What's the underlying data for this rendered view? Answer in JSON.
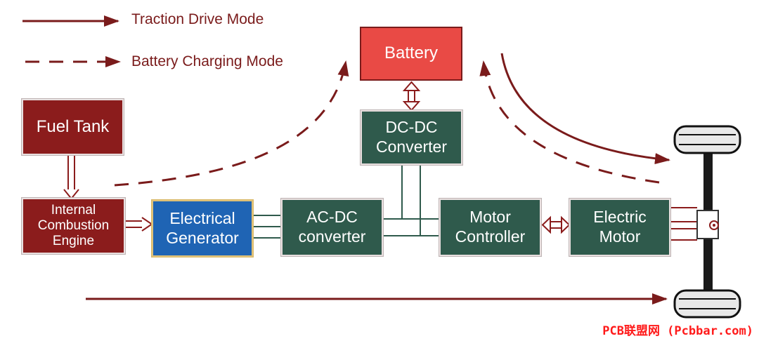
{
  "legend": {
    "solid_label": "Traction Drive Mode",
    "dashed_label": "Battery Charging Mode"
  },
  "blocks": {
    "battery": "Battery",
    "dcdc": "DC-DC\nConverter",
    "fuel_tank": "Fuel Tank",
    "engine": "Internal\nCombustion\nEngine",
    "generator": "Electrical\nGenerator",
    "acdc": "AC-DC\nconverter",
    "motor_controller": "Motor\nController",
    "electric_motor": "Electric\nMotor"
  },
  "watermark": "PCB联盟网 (Pcbbar.com)",
  "colors": {
    "maroon": "#8b1c1c",
    "dark_green": "#2f5a4c",
    "blue": "#1f64b4",
    "battery_red": "#e94a45",
    "arrow": "#7a1b1b",
    "watermark": "#ff1a1a"
  }
}
